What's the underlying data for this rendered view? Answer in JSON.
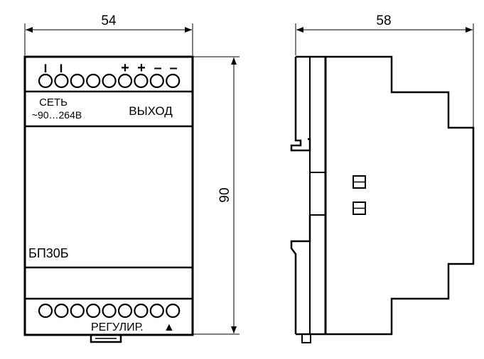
{
  "dimensions": {
    "front_width": "54",
    "side_width": "58",
    "height": "90"
  },
  "front_view": {
    "top_terminal_marks": [
      "I",
      "I",
      "+",
      "+",
      "–",
      "–"
    ],
    "top_terminal_count": 9,
    "input_label_line1": "СЕТЬ",
    "input_label_line2": "~90…264В",
    "output_label": "ВЫХОД",
    "model_label": "БП30Б",
    "bottom_terminal_count": 9,
    "adjust_label": "РЕГУЛИР.",
    "adjust_symbol": "▲"
  },
  "colors": {
    "line": "#000000",
    "background": "#ffffff"
  }
}
